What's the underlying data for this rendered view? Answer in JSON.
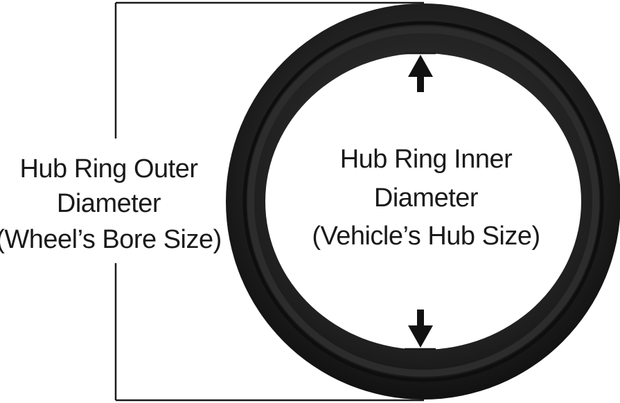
{
  "outer_label": {
    "line1": "Hub Ring Outer",
    "line2": "Diameter",
    "line3": "(Wheel’s Bore Size)"
  },
  "inner_label": {
    "line1": "Hub Ring Inner",
    "line2": "Diameter",
    "line3": "(Vehicle’s Hub Size)"
  },
  "colors": {
    "ring": "#1b1b1b",
    "ring_highlight": "#3a3a3a",
    "line": "#1a1a1a",
    "background": "#ffffff"
  }
}
